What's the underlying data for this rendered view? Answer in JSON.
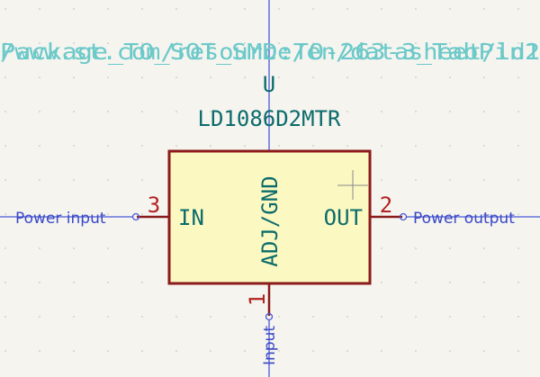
{
  "colors": {
    "background": "#f5f4ef",
    "grid_dot": "#c9c9c2",
    "body_fill": "#fbf8c2",
    "body_stroke": "#8b1a1a",
    "pin_line": "#8b1a1a",
    "pin_number": "#b22222",
    "pin_name": "#0b6b6b",
    "wire": "#4a5ad6",
    "net_label": "#3b49c6",
    "ref_text": "#0b6b6b",
    "value_text": "#0b6b6b",
    "footprint_text": "#6cc9c9",
    "cursor": "#8a8a8a"
  },
  "component": {
    "footprint_overlay_a": "Package_TO_SOT_SMD:TO-263-3_TabPin2",
    "footprint_overlay_b": "/www.st.com/resource/en/datasheet/ld1",
    "reference": "U",
    "value": "LD1086D2MTR",
    "pins": {
      "in": {
        "number": "3",
        "name": "IN"
      },
      "out": {
        "number": "2",
        "name": "OUT"
      },
      "adj": {
        "number": "1",
        "name": "ADJ/GND"
      }
    }
  },
  "nets": {
    "left": "Power input",
    "right": "Power output",
    "bottom": "Input"
  }
}
